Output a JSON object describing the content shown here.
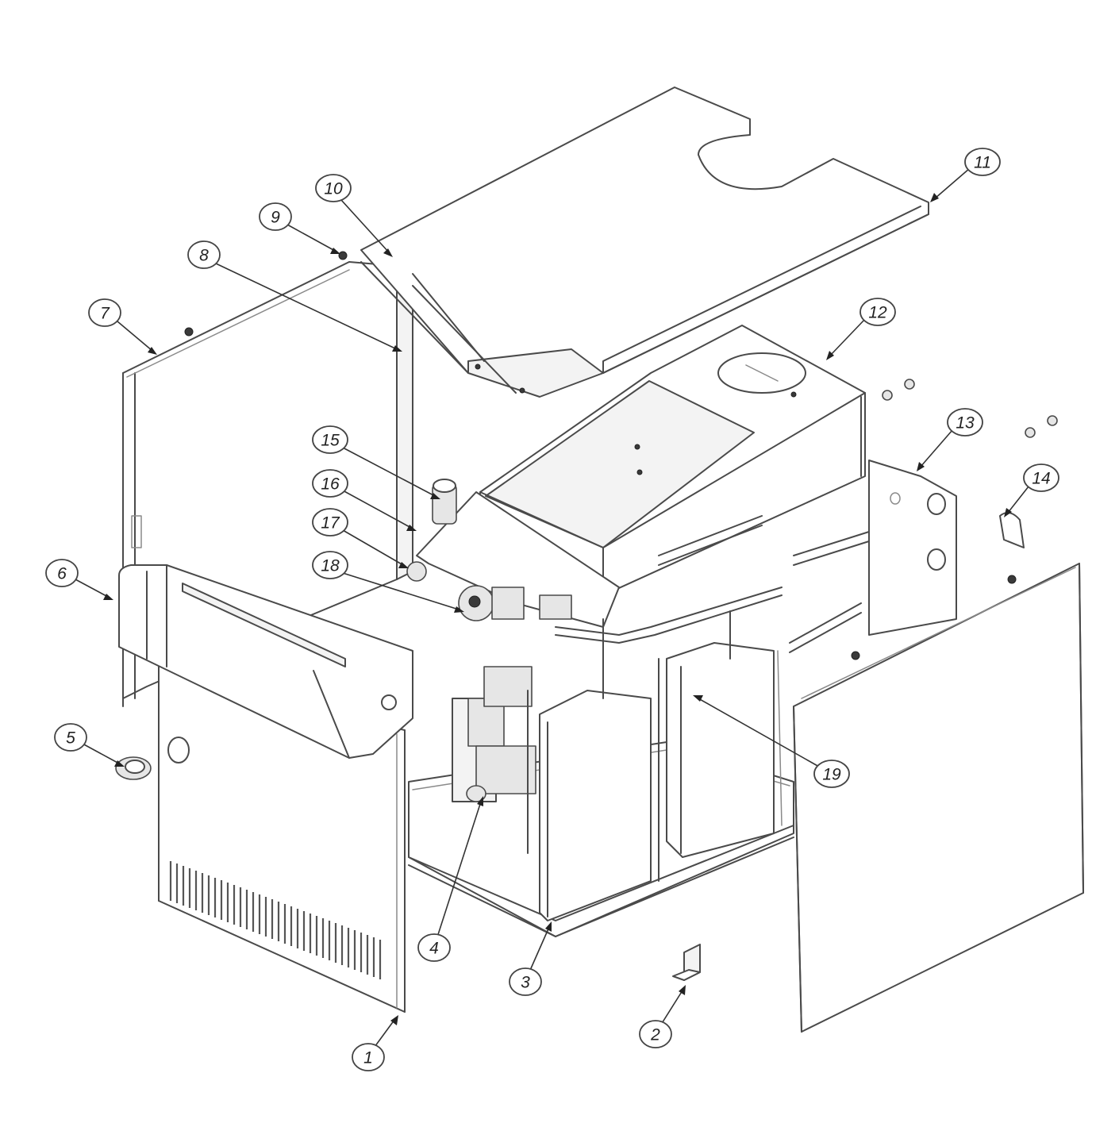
{
  "callouts": [
    {
      "number": "1"
    },
    {
      "number": "2"
    },
    {
      "number": "3"
    },
    {
      "number": "4"
    },
    {
      "number": "5"
    },
    {
      "number": "6"
    },
    {
      "number": "7"
    },
    {
      "number": "8"
    },
    {
      "number": "9"
    },
    {
      "number": "10"
    },
    {
      "number": "11"
    },
    {
      "number": "12"
    },
    {
      "number": "13"
    },
    {
      "number": "14"
    },
    {
      "number": "15"
    },
    {
      "number": "16"
    },
    {
      "number": "17"
    },
    {
      "number": "18"
    },
    {
      "number": "19"
    }
  ]
}
